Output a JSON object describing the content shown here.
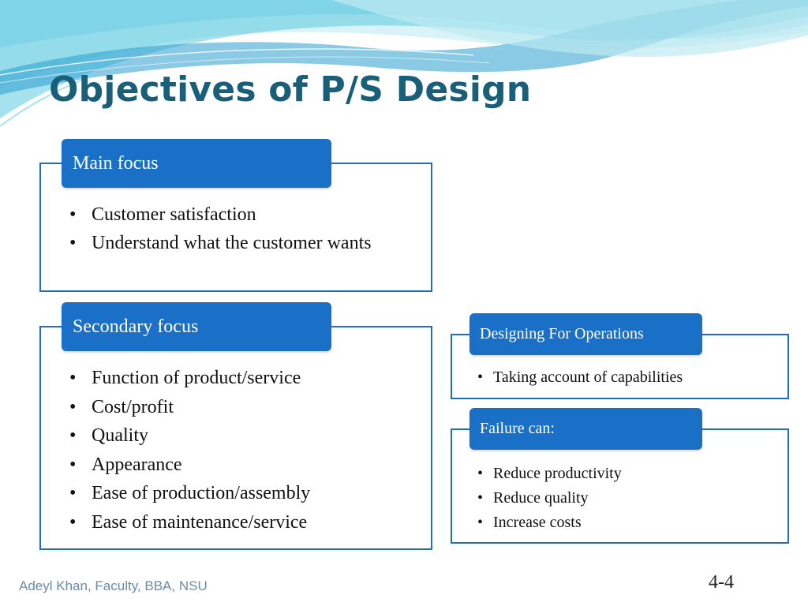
{
  "slide": {
    "title": "Objectives of P/S Design",
    "footer": "Adeyl Khan, Faculty, BBA, NSU",
    "page_number": "4-4"
  },
  "colors": {
    "title": "#1a5f7a",
    "tab_fill": "#1a70c6",
    "box_border": "#1e6fbf",
    "footer_text": "#6a8ca6",
    "wave_light": "#bfe9f2",
    "wave_mid": "#5cc8e0",
    "wave_dark": "#2a9fd0"
  },
  "main_focus": {
    "header": "Main focus",
    "items": [
      "Customer satisfaction",
      "Understand what the customer wants"
    ]
  },
  "secondary_focus": {
    "header": "Secondary focus",
    "items": [
      "Function of product/service",
      "Cost/profit",
      "Quality",
      "Appearance",
      "Ease of production/assembly",
      "Ease of maintenance/service"
    ]
  },
  "designing_for_operations": {
    "header": "Designing For Operations",
    "items": [
      "Taking account of capabilities"
    ]
  },
  "failure": {
    "header": "Failure can:",
    "items": [
      "Reduce productivity",
      "Reduce quality",
      "Increase costs"
    ]
  }
}
